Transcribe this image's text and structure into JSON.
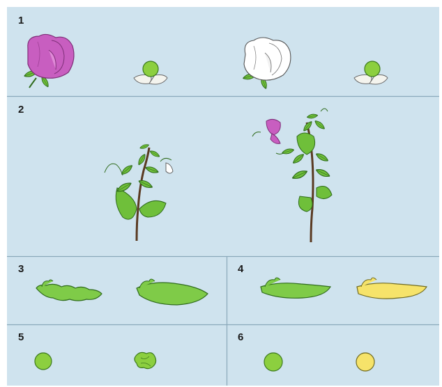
{
  "colors": {
    "panel_bg": "#cfe3ee",
    "divider": "#8aa8ba",
    "leaf_green": "#6fbf3a",
    "leaf_dark": "#2f6b1c",
    "pea_green": "#8ccf3f",
    "pea_yellow": "#f6e36a",
    "flower_purple": "#c85ec0",
    "flower_white": "#ffffff",
    "stem_brown": "#5a3a22"
  },
  "panels": [
    {
      "number": "1",
      "left": {
        "flower_color": "purple",
        "seed": "green"
      },
      "right": {
        "flower_color": "white",
        "seed": "green"
      }
    },
    {
      "number": "2",
      "left": {
        "plant": "short"
      },
      "right": {
        "plant": "tall"
      }
    },
    {
      "number": "3",
      "left": {
        "pod_shape": "constricted"
      },
      "right": {
        "pod_shape": "inflated"
      }
    },
    {
      "number": "4",
      "left": {
        "pod_color": "green"
      },
      "right": {
        "pod_color": "yellow"
      }
    },
    {
      "number": "5",
      "left": {
        "seed_shape": "round"
      },
      "right": {
        "seed_shape": "wrinkled"
      }
    },
    {
      "number": "6",
      "left": {
        "seed_color": "green"
      },
      "right": {
        "seed_color": "yellow"
      }
    }
  ]
}
